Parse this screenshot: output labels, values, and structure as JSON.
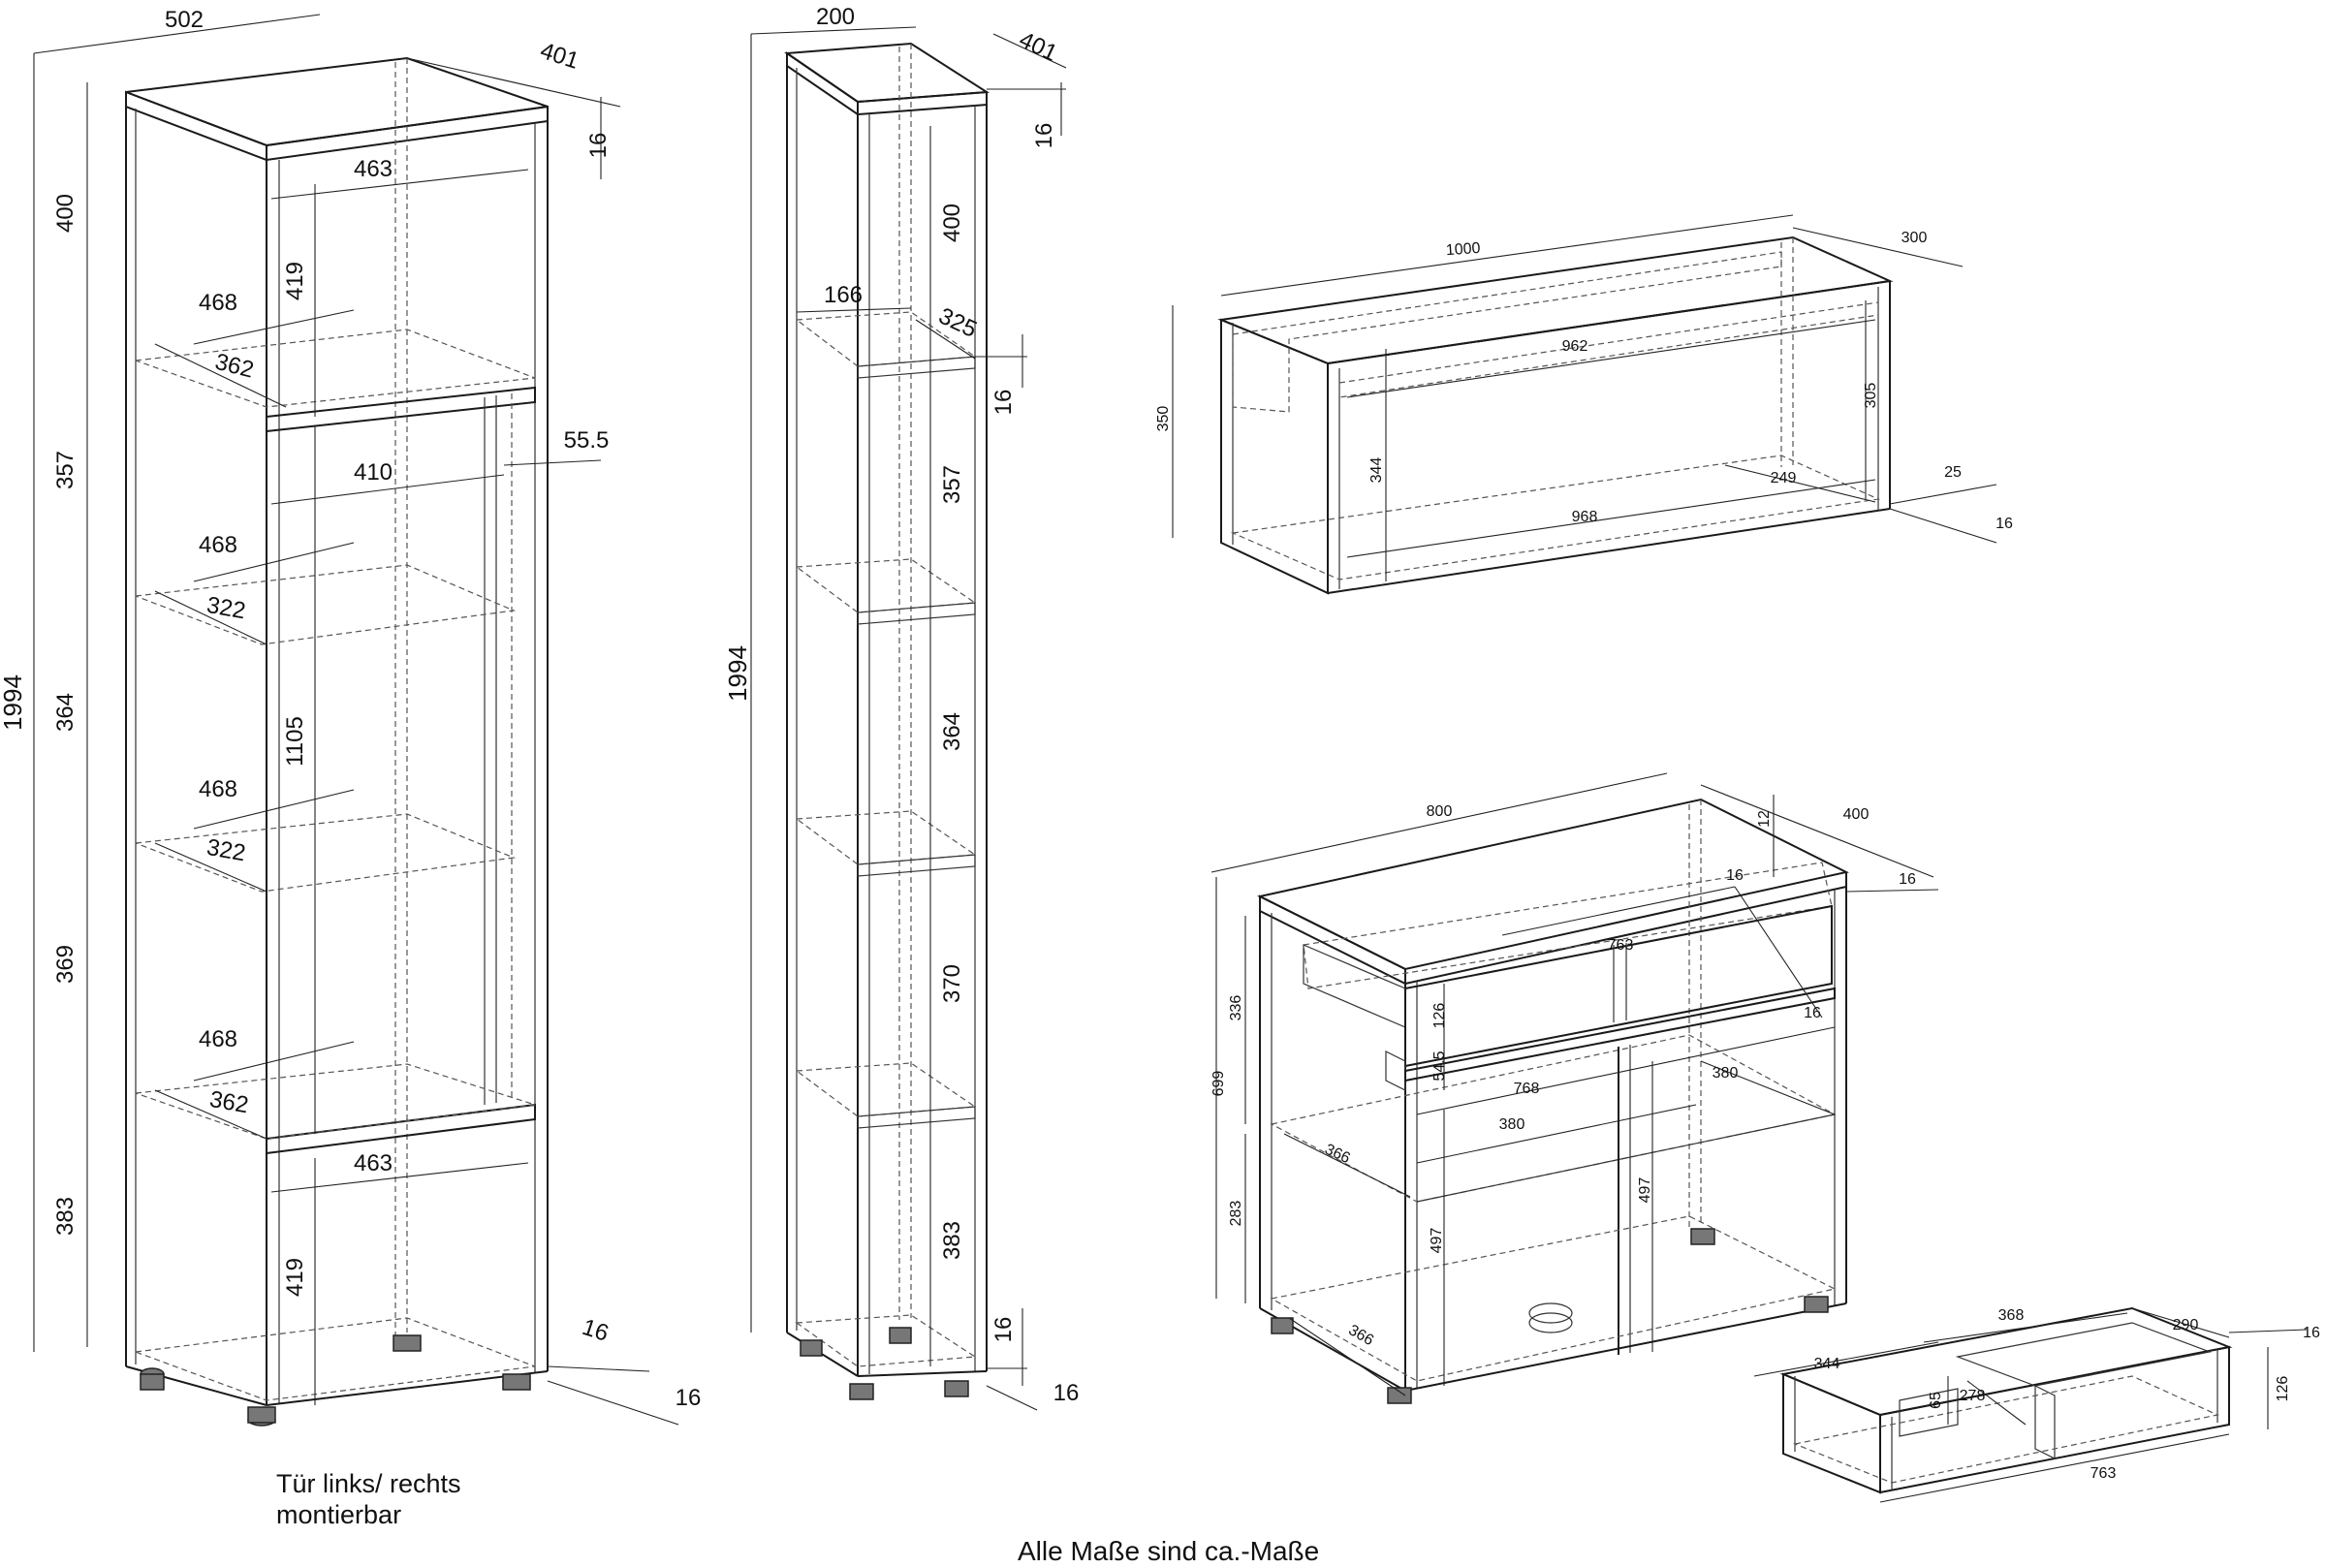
{
  "tall_cabinet": {
    "width": "502",
    "depth_top": "401",
    "top_thickness": "16",
    "height": "1994",
    "inner_width_top": "463",
    "door_height_top": "419",
    "shelf_width_1": "468",
    "shelf_depth_1": "362",
    "seg_1": "400",
    "seg_2": "357",
    "seg_3": "364",
    "seg_4": "369",
    "seg_5": "383",
    "inner_width_glass": "410",
    "door_gap": "55.5",
    "shelf_width_2": "468",
    "shelf_depth_2": "322",
    "glass_height": "1105",
    "shelf_width_3": "468",
    "shelf_depth_3": "322",
    "shelf_width_4": "468",
    "shelf_depth_4": "362",
    "inner_width_bottom": "463",
    "door_height_bottom": "419",
    "bottom_thickness": "16",
    "plinth_thickness": "16",
    "note_line_1": "Tür links/ rechts",
    "note_line_2": "montierbar"
  },
  "narrow_shelf": {
    "width": "200",
    "depth_top": "401",
    "top_thickness": "16",
    "height": "1994",
    "inner_width": "166",
    "inner_depth": "325",
    "seg_1": "400",
    "shelf_thickness": "16",
    "seg_2": "357",
    "seg_3": "364",
    "seg_4": "370",
    "seg_5": "383",
    "bottom_thickness": "16",
    "plinth_thickness": "16"
  },
  "wall_cabinet": {
    "width": "1000",
    "depth": "300",
    "height": "350",
    "inner_width_top": "962",
    "inner_height_right": "305",
    "inner_height_left": "344",
    "inner_depth": "249",
    "inner_width_bottom": "968",
    "rear_offset": "25",
    "side_thickness": "16"
  },
  "sideboard": {
    "width": "800",
    "top_thickness": "12",
    "depth": "400",
    "side_thickness": "16",
    "height": "699",
    "upper_height": "336",
    "lower_height": "283",
    "drawer_width": "763",
    "drawer_side": "16",
    "drawer_front_height": "126",
    "drawer_gap": "54.5",
    "inner_width": "768",
    "shelf_depth_right": "380",
    "shelf_width": "380",
    "shelf_depth_left": "366",
    "door_height_left": "497",
    "door_height_right": "497",
    "bottom_depth": "366"
  },
  "drawer_box": {
    "compartment_width_right": "368",
    "depth": "290",
    "thickness": "16",
    "compartment_width_left": "344",
    "inner_height": "65",
    "inner_depth": "278",
    "height": "126",
    "total_width": "763"
  },
  "footer": {
    "note": "Alle Maße sind ca.-Maße"
  }
}
